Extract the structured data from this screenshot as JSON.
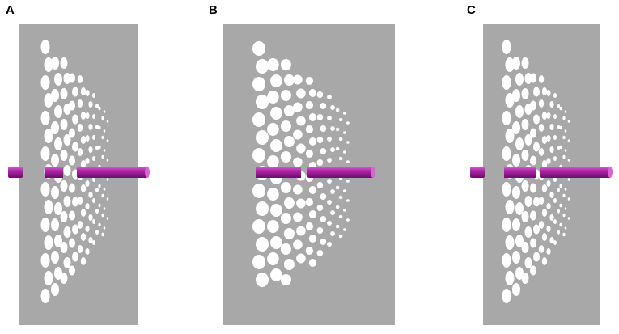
{
  "panels": [
    {
      "label": "A",
      "tube_style": "full"
    },
    {
      "label": "B",
      "tube_style": "partial"
    },
    {
      "label": "C",
      "tube_style": "partial"
    }
  ],
  "colors": {
    "plate": "#a8a8a8",
    "hole": "#ffffff",
    "tube": "#a3179d",
    "tube_dark": "#7a0f76",
    "tube_light": "#d565cf"
  }
}
